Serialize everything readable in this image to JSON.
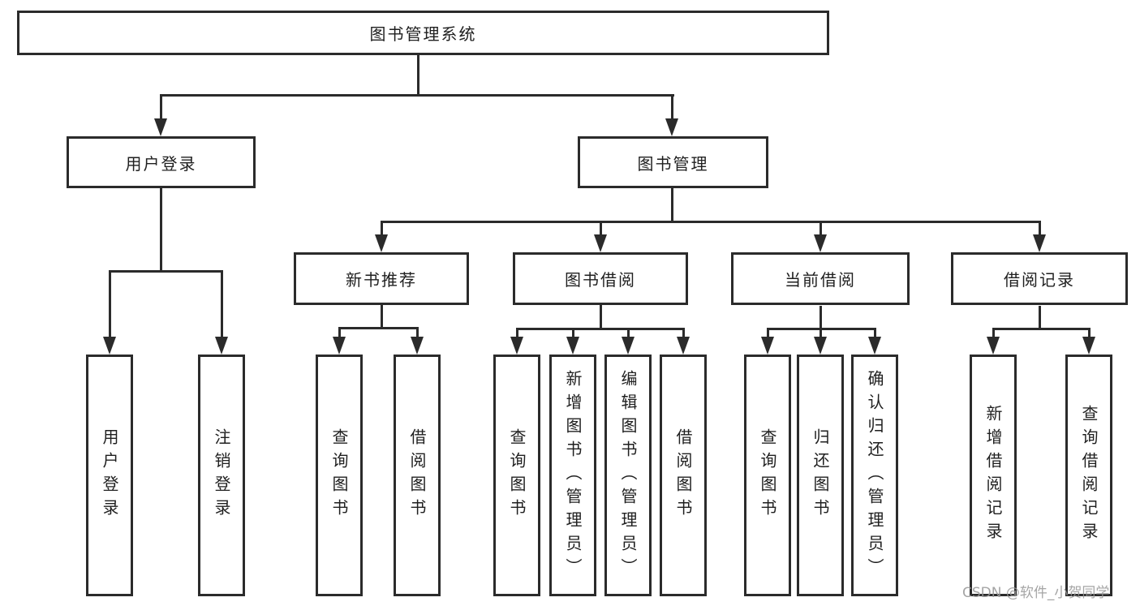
{
  "colors": {
    "line": "#2b2b2b",
    "border": "#2b2b2b",
    "text": "#1f1f1f",
    "watermark": "#999999",
    "background": "#ffffff"
  },
  "watermark": {
    "text": "CSDN @软件_小贺同学"
  },
  "tree": {
    "root": {
      "label": "图书管理系统"
    },
    "level2": [
      {
        "label": "用户登录",
        "children": [
          "用户登录",
          "注销登录"
        ]
      },
      {
        "label": "图书管理",
        "sections": [
          {
            "label": "新书推荐",
            "children": [
              "查询图书",
              "借阅图书"
            ]
          },
          {
            "label": "图书借阅",
            "children": [
              "查询图书",
              "新增图书（管理员）",
              "编辑图书（管理员）",
              "借阅图书"
            ]
          },
          {
            "label": "当前借阅",
            "children": [
              "查询图书",
              "归还图书",
              "确认归还（管理员）"
            ]
          },
          {
            "label": "借阅记录",
            "children": [
              "新增借阅记录",
              "查询借阅记录"
            ]
          }
        ]
      }
    ]
  }
}
